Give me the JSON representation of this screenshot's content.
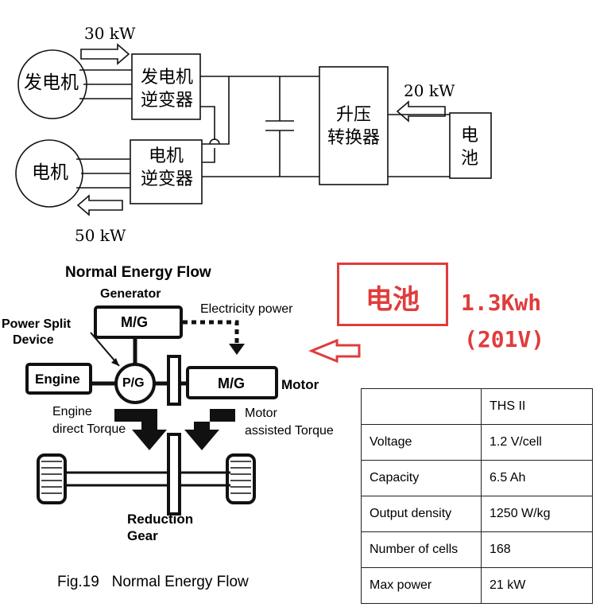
{
  "top_diagram": {
    "generator": "发电机",
    "generator_inverter": [
      "发电机",
      "逆变器"
    ],
    "motor": "电机",
    "motor_inverter": [
      "电机",
      "逆变器"
    ],
    "boost_converter": [
      "升压",
      "转换器"
    ],
    "battery": [
      "电",
      "池"
    ],
    "power_30": "30 kW",
    "power_20": "20 kW",
    "power_50": "50 kW"
  },
  "flow_diagram": {
    "title": "Normal Energy Flow",
    "generator_label": "Generator",
    "mg_top": "M/G",
    "electricity_power": "Electricity power",
    "power_split_device": [
      "Power Split",
      "Device"
    ],
    "engine": "Engine",
    "pg": "P/G",
    "mg_motor": "M/G",
    "motor_label": "Motor",
    "engine_torque": [
      "Engine",
      "direct Torque"
    ],
    "motor_torque": [
      "Motor",
      "assisted Torque"
    ],
    "reduction_gear": [
      "Reduction",
      "Gear"
    ],
    "caption": "Fig.19   Normal Energy Flow"
  },
  "battery_highlight": {
    "label": "电池",
    "capacity": "1.3Kwh",
    "voltage": "(201V)",
    "color": "#e03c3c"
  },
  "spec_table": {
    "header": [
      "",
      "THS II"
    ],
    "rows": [
      [
        "Voltage",
        "1.2 V/cell"
      ],
      [
        "Capacity",
        "6.5 Ah"
      ],
      [
        "Output density",
        "1250 W/kg"
      ],
      [
        "Number of cells",
        "168"
      ],
      [
        "Max power",
        "21 kW"
      ]
    ]
  }
}
